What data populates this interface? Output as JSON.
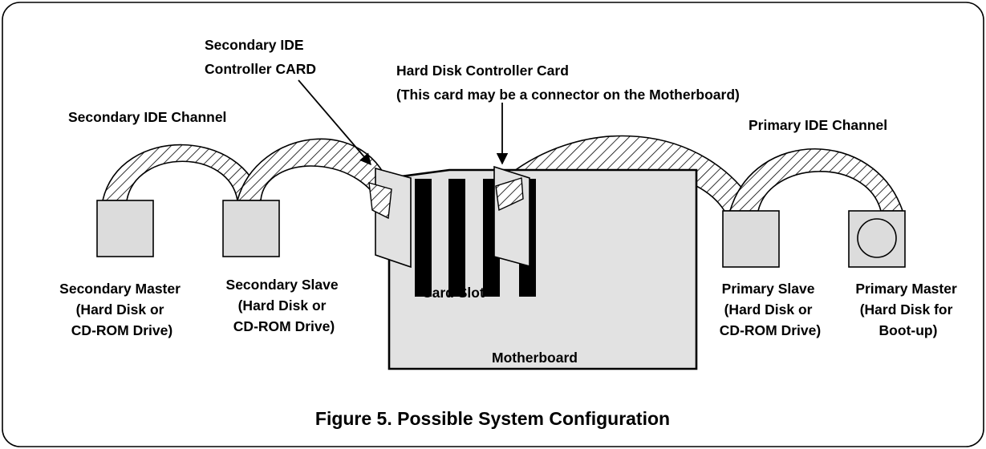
{
  "labels": {
    "secondary_ide_controller_card": [
      "Secondary IDE",
      "Controller CARD"
    ],
    "hard_disk_controller_card": [
      "Hard Disk Controller Card",
      "(This card may be a connector on the Motherboard)"
    ],
    "secondary_ide_channel": "Secondary IDE Channel",
    "primary_ide_channel": "Primary IDE Channel",
    "secondary_master": [
      "Secondary Master",
      "(Hard Disk or",
      "CD-ROM Drive)"
    ],
    "secondary_slave": [
      "Secondary Slave",
      "(Hard Disk or",
      "CD-ROM Drive)"
    ],
    "card_slot": "Card Slot",
    "motherboard": "Motherboard",
    "primary_slave": [
      "Primary Slave",
      "(Hard Disk or",
      "CD-ROM Drive)"
    ],
    "primary_master": [
      "Primary Master",
      "(Hard Disk for",
      "Boot-up)"
    ]
  },
  "caption": "Figure 5. Possible System Configuration",
  "colors": {
    "device_fill": "#dcdcdc",
    "motherboard_fill": "#e2e2e2",
    "slot_fill": "#000000",
    "stroke": "#000000",
    "background": "#ffffff"
  }
}
